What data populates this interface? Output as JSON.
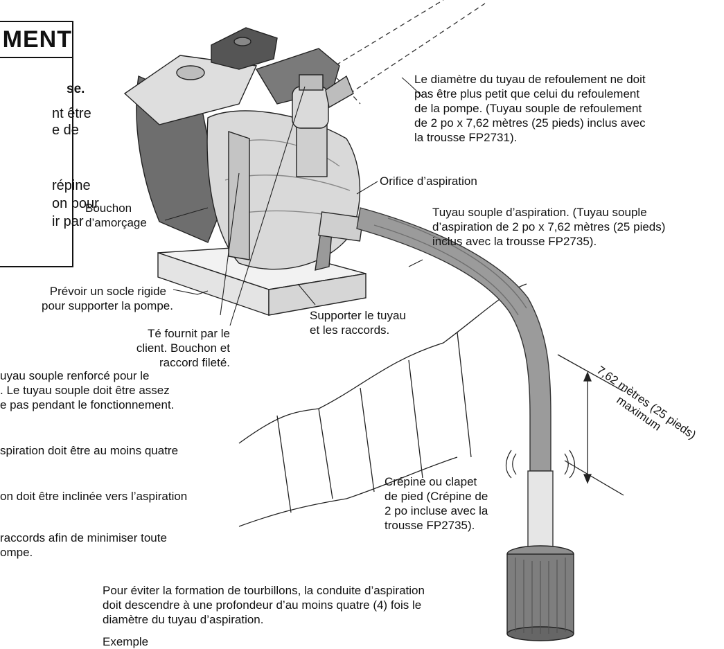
{
  "warning": {
    "title": "MENT",
    "bold_line": "se.",
    "lines": [
      "nt être",
      "e de",
      "répine",
      "on pour",
      "ir par"
    ]
  },
  "labels": {
    "discharge_diameter": "Le diamètre du tuyau de refoulement ne doit\npas être plus petit que celui du refoulement\nde la pompe. (Tuyau souple de refoulement\nde 2 po x 7,62 mètres (25 pieds) inclus avec\nla trousse FP2731).",
    "suction_port": "Orifice d’aspiration",
    "suction_hose": "Tuyau souple d’aspiration. (Tuyau souple\nd’aspiration de 2 po x 7,62 mètres (25 pieds)\ninclus avec la trousse FP2735).",
    "priming_plug": "Bouchon\nd’amorçage",
    "rigid_base": "Prévoir un socle rigide\npour supporter la pompe.",
    "tee": "Té fournit par le\nclient. Bouchon et\nraccord fileté.",
    "support_hose": "Supporter le tuyau\net les raccords.",
    "strainer": "Crépine ou clapet\nde pied (Crépine de\n2 po incluse avec la\ntrousse FP2735).",
    "vortex": "Pour éviter la formation de tourbillons, la conduite d’aspiration\ndoit descendre à une profondeur d’au moins quatre (4) fois le\ndiamètre du tuyau d’aspiration.",
    "example_cut": "Exemple",
    "dimension": "7,62 mètres\n(25 pieds)\nmaximum",
    "left_cut_1": "uyau souple renforcé pour le\n. Le tuyau souple doit être assez\ne pas pendant le fonctionnement.",
    "left_cut_2": "spiration doit être au moins quatre",
    "left_cut_3": "on doit être inclinée vers l’aspiration",
    "left_cut_4": "raccords afin de minimiser toute\nompe."
  }
}
